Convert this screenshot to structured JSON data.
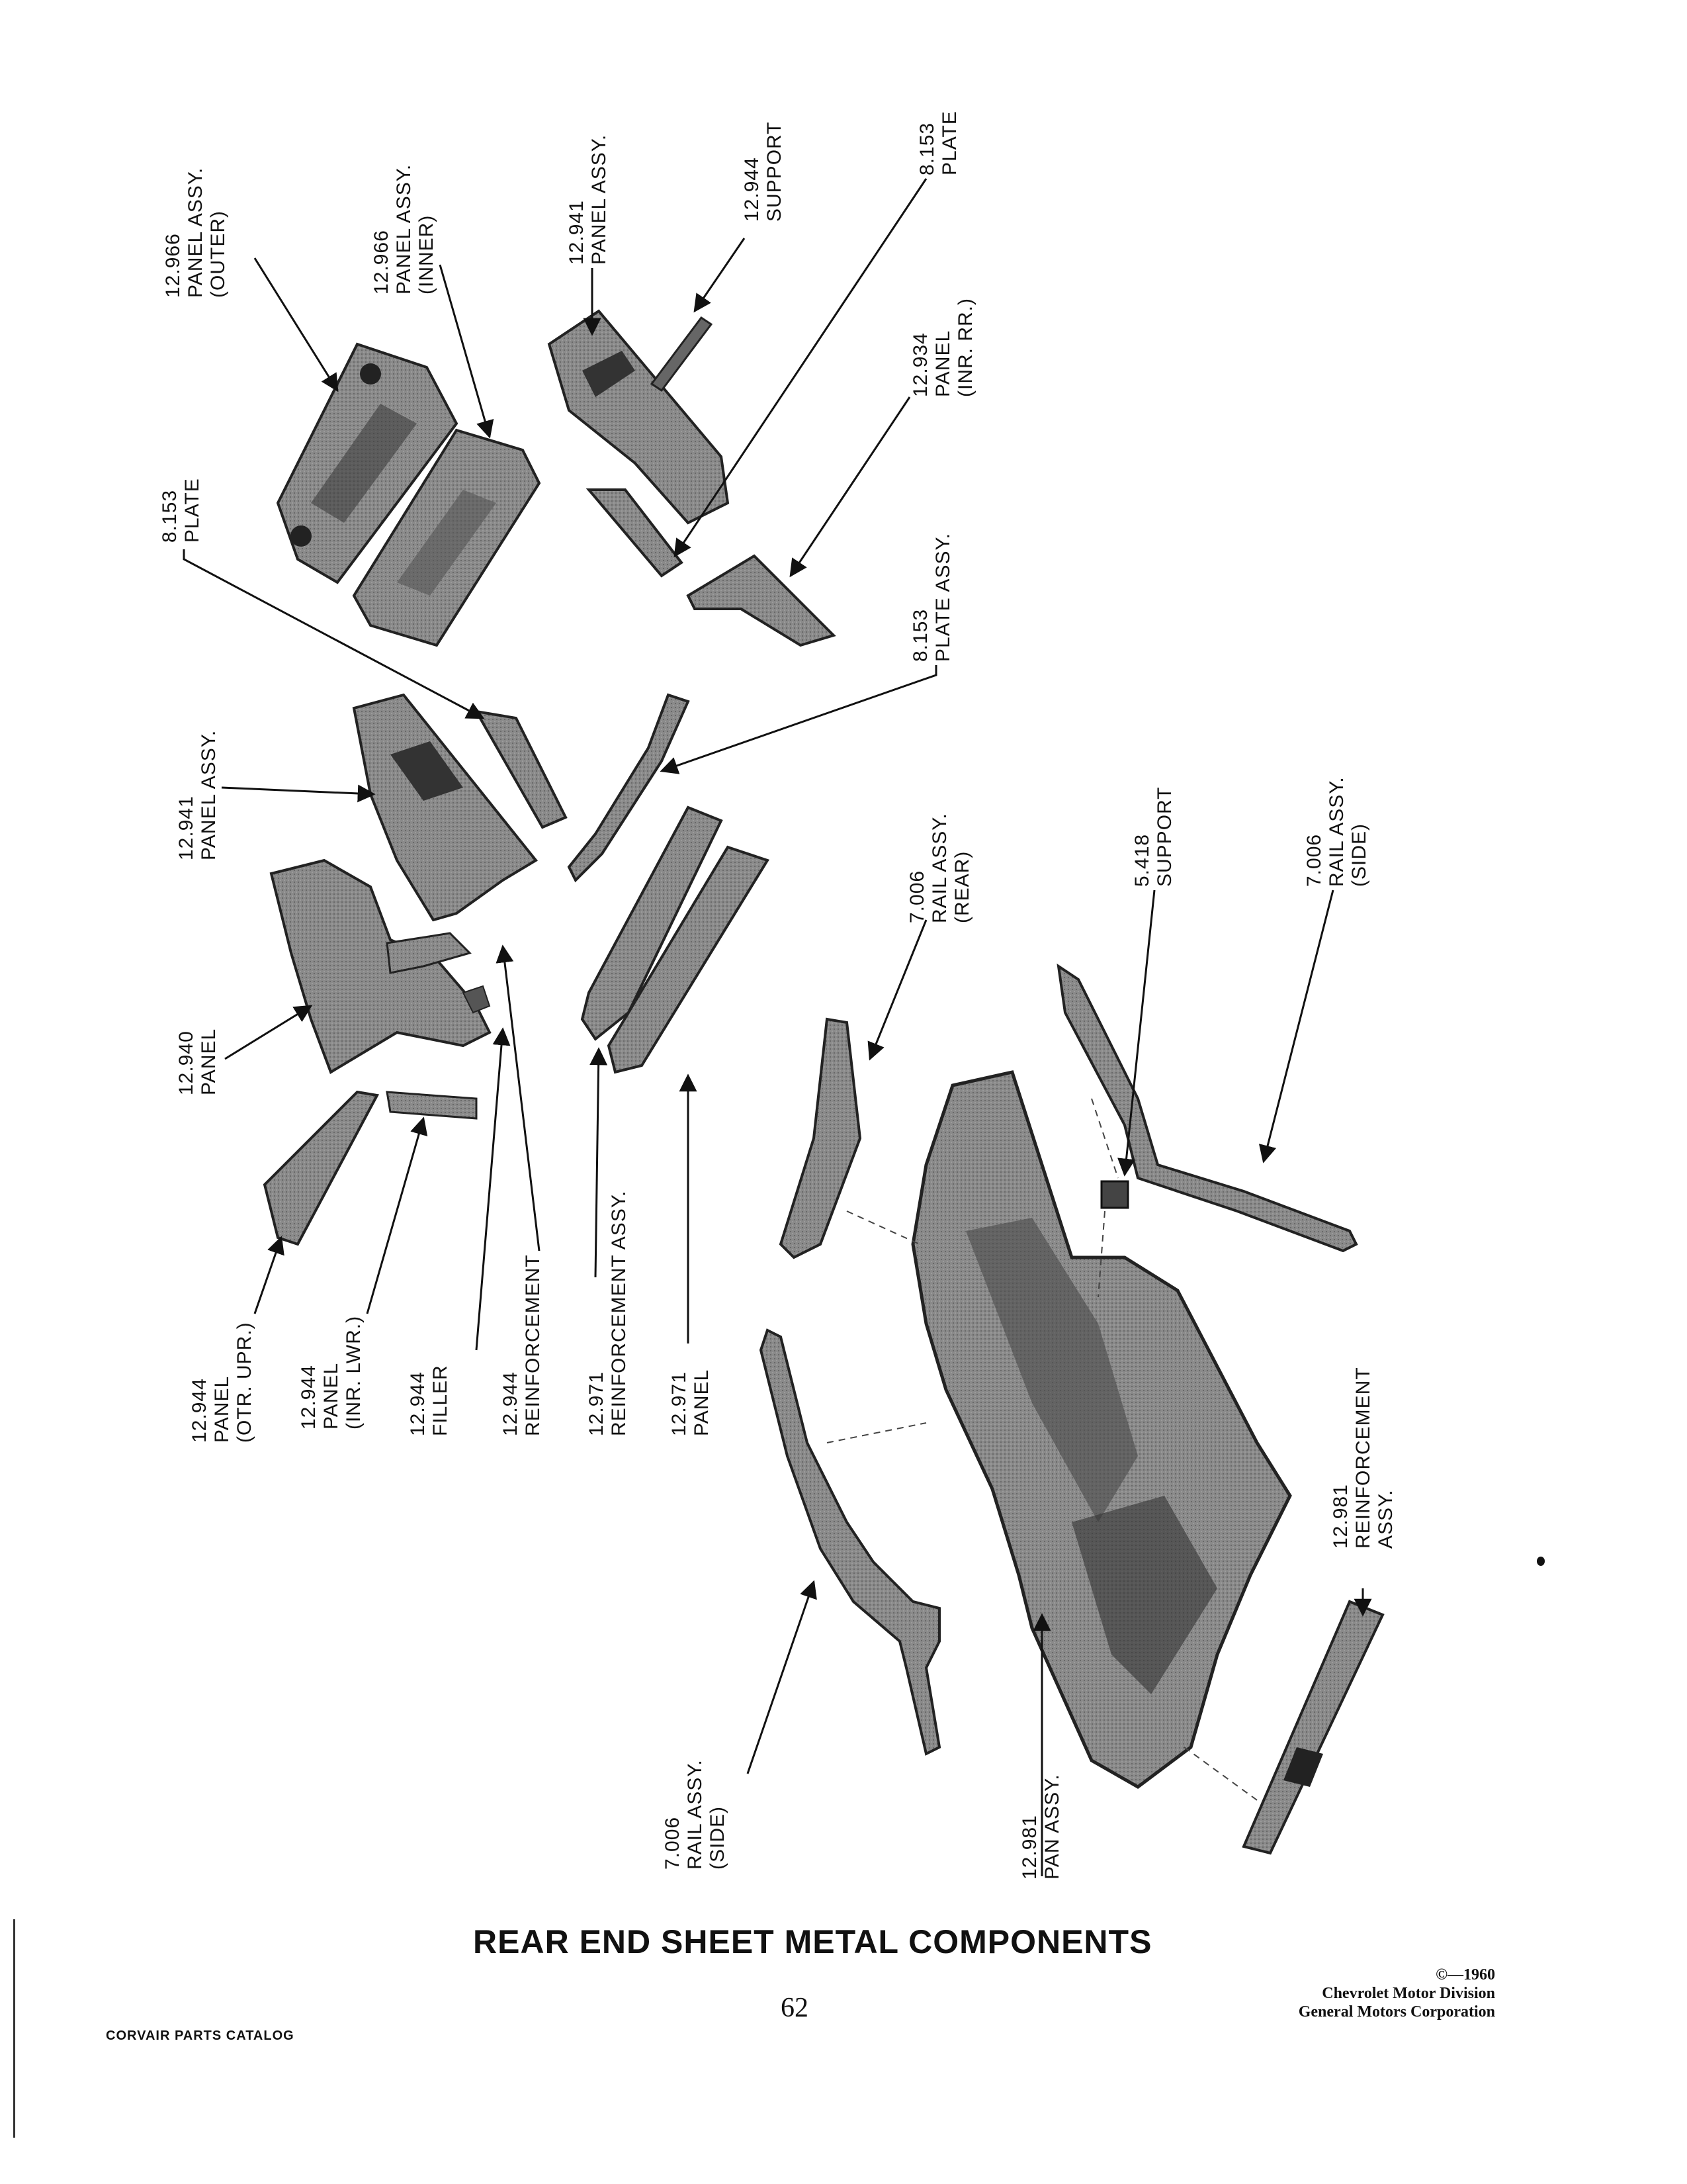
{
  "title": "REAR END SHEET METAL COMPONENTS",
  "page_number": "62",
  "catalog_name": "CORVAIR PARTS CATALOG",
  "copyright": {
    "line1": "©—1960",
    "line2": "Chevrolet Motor Division",
    "line3": "General Motors Corporation"
  },
  "callouts": {
    "c1": {
      "number": "12.966",
      "name": "PANEL ASSY.",
      "note": "(OUTER)"
    },
    "c2": {
      "number": "12.966",
      "name": "PANEL ASSY.",
      "note": "(INNER)"
    },
    "c3": {
      "number": "12.941",
      "name": "PANEL ASSY."
    },
    "c4": {
      "number": "12.944",
      "name": "SUPPORT"
    },
    "c5": {
      "number": "8.153",
      "name": "PLATE"
    },
    "c6": {
      "number": "12.934",
      "name": "PANEL",
      "note": "(INR. RR.)"
    },
    "c7": {
      "number": "8.153",
      "name": "PLATE"
    },
    "c8": {
      "number": "8.153",
      "name": "PLATE ASSY."
    },
    "c9": {
      "number": "12.941",
      "name": "PANEL ASSY."
    },
    "c10": {
      "number": "12.940",
      "name": "PANEL"
    },
    "c11": {
      "number": "7.006",
      "name": "RAIL ASSY.",
      "note": "(REAR)"
    },
    "c12": {
      "number": "5.418",
      "name": "SUPPORT"
    },
    "c13": {
      "number": "7.006",
      "name": "RAIL ASSY.",
      "note": "(SIDE)"
    },
    "c14": {
      "number": "12.944",
      "name": "PANEL",
      "note": "(OTR. UPR.)"
    },
    "c15": {
      "number": "12.944",
      "name": "PANEL",
      "note": "(INR. LWR.)"
    },
    "c16": {
      "number": "12.944",
      "name": "FILLER"
    },
    "c17": {
      "number": "12.944",
      "name": "REINFORCEMENT"
    },
    "c18": {
      "number": "12.971",
      "name": "REINFORCEMENT ASSY."
    },
    "c19": {
      "number": "12.971",
      "name": "PANEL"
    },
    "c20": {
      "number": "12.981",
      "name": "REINFORCEMENT",
      "note": "ASSY."
    },
    "c21": {
      "number": "7.006",
      "name": "RAIL ASSY.",
      "note": "(SIDE)"
    },
    "c22": {
      "number": "12.981",
      "name": "PAN ASSY."
    }
  }
}
